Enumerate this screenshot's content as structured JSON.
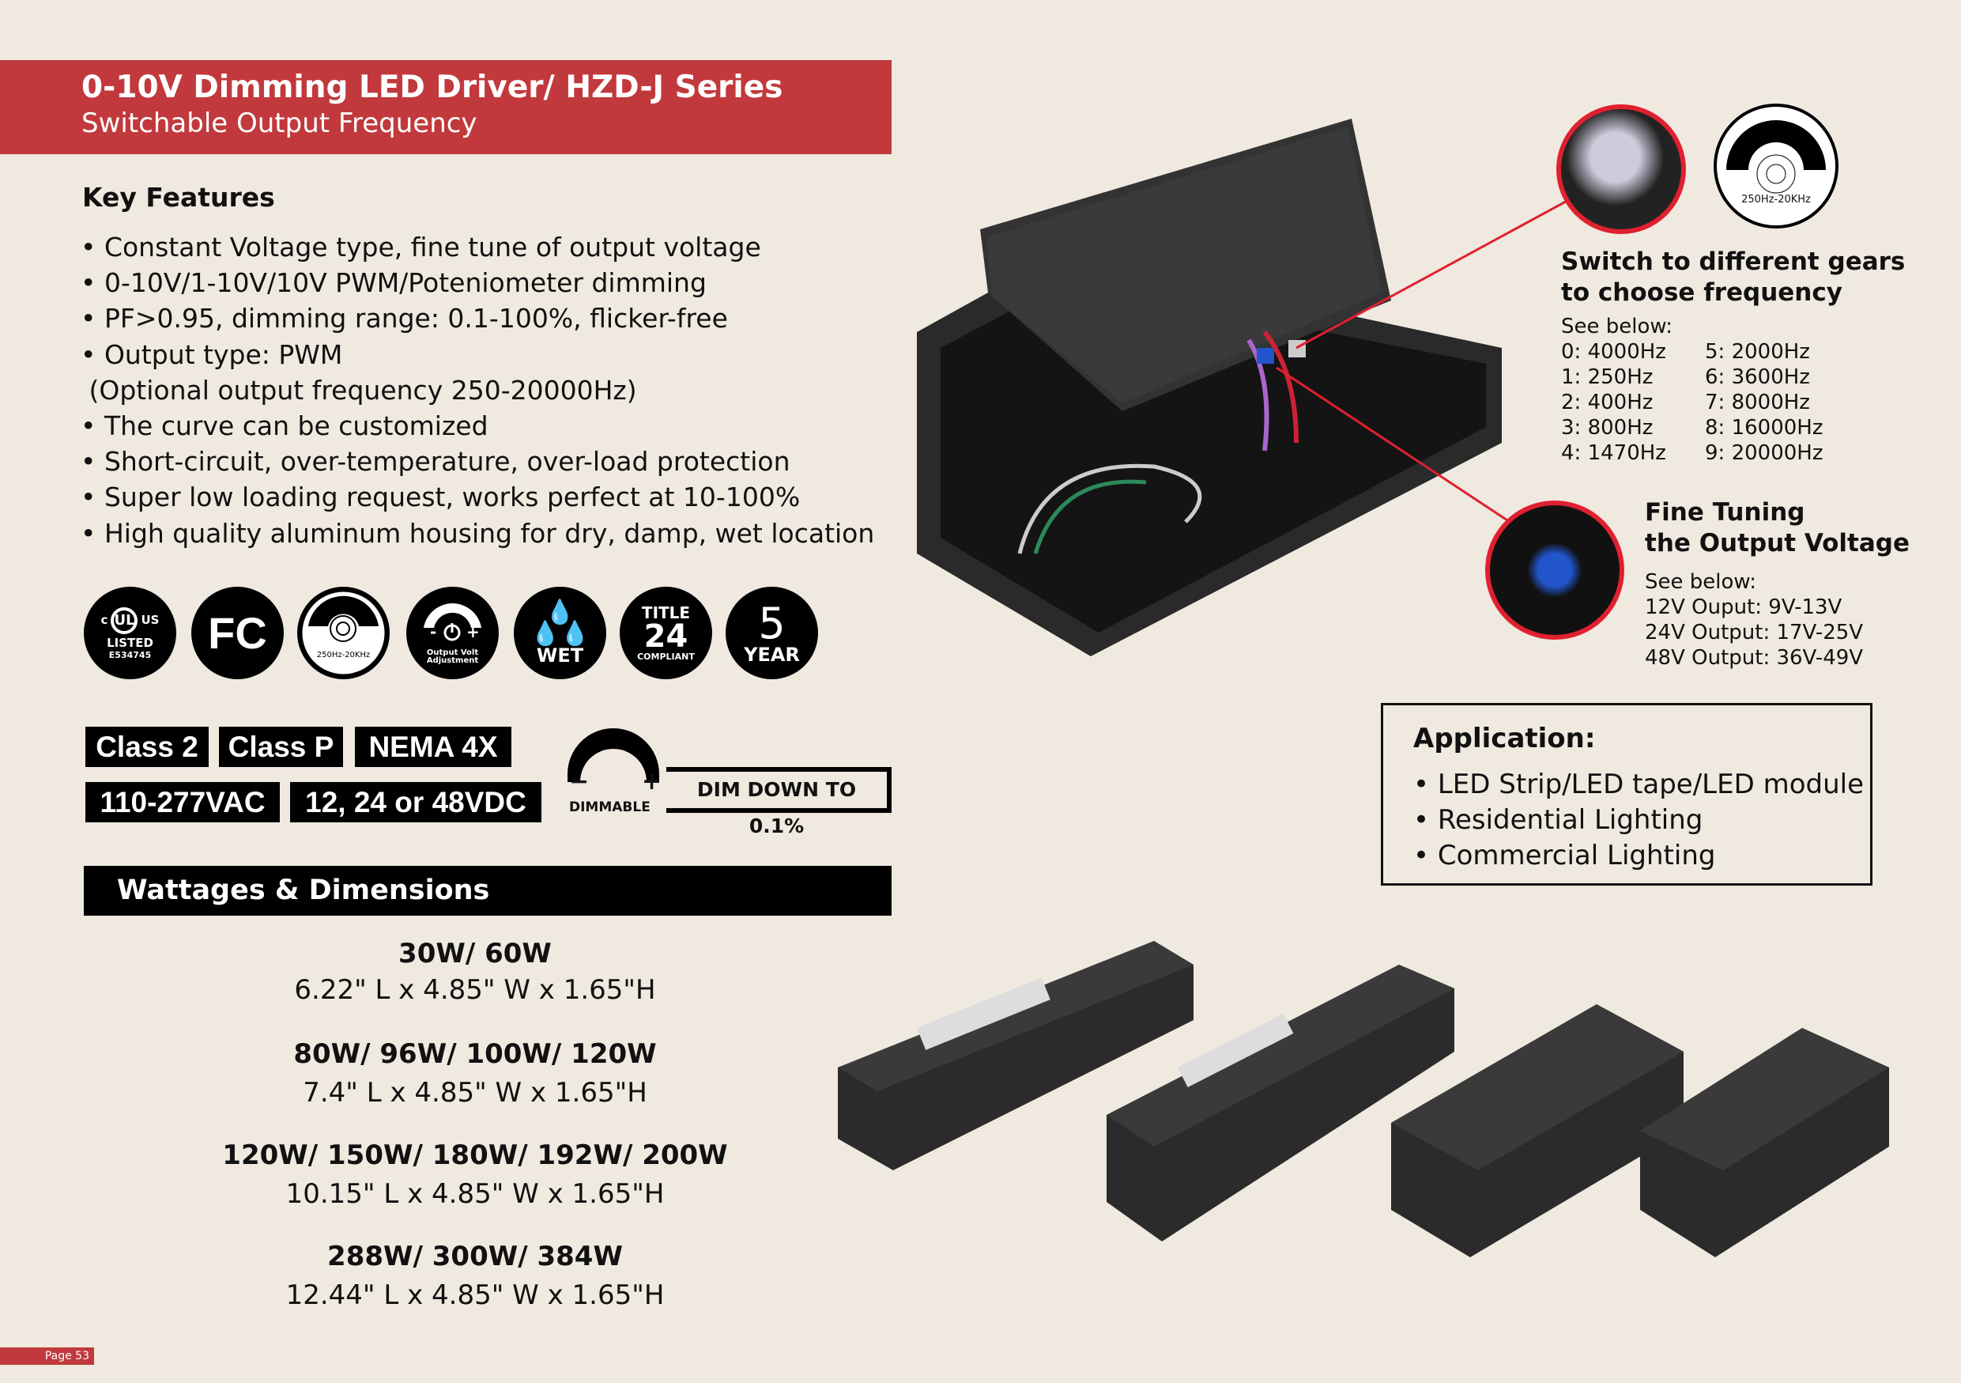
{
  "header": {
    "title": "0-10V Dimming LED Driver/ HZD-J Series",
    "subtitle": "Switchable Output Frequency"
  },
  "key_features": {
    "heading": "Key Features",
    "items": [
      "• Constant Voltage type, fine tune of output voltage",
      "• 0-10V/1-10V/10V PWM/Poteniometer dimming",
      "• PF>0.95, dimming range: 0.1-100%, flicker-free",
      "• Output type: PWM",
      " (Optional output frequency 250-20000Hz)",
      "• The curve can be customized",
      "• Short-circuit, over-temperature, over-load protection",
      "• Super low loading request, works perfect at 10-100%",
      "• High quality aluminum housing for dry, damp, wet location"
    ]
  },
  "icons": {
    "ul": {
      "c": "c",
      "us": "US",
      "listed": "LISTED",
      "num": "E534745"
    },
    "fcc": "FC",
    "freq": "250Hz-20KHz",
    "volt": "Output Volt Adjustment",
    "wet": "WET",
    "title24": {
      "a": "TITLE",
      "b": "24",
      "c": "COMPLIANT"
    },
    "warranty": {
      "a": "5",
      "b": "YEAR"
    }
  },
  "badges": [
    "Class 2",
    "Class P",
    "NEMA 4X",
    "110-277VAC",
    "12, 24 or 48VDC"
  ],
  "dimmable": {
    "minus": "−",
    "plus": "+",
    "label": "DIMMABLE",
    "dim_down": "DIM DOWN TO 0.1%"
  },
  "wattages": {
    "heading": "Wattages & Dimensions",
    "items": [
      {
        "w": "30W/ 60W",
        "d": "6.22\" L x 4.85\" W x 1.65\"H"
      },
      {
        "w": "80W/ 96W/ 100W/ 120W",
        "d": "7.4\" L x 4.85\" W x 1.65\"H"
      },
      {
        "w": "120W/ 150W/ 180W/ 192W/ 200W",
        "d": "10.15\" L x 4.85\" W x 1.65\"H"
      },
      {
        "w": "288W/ 300W/ 384W",
        "d": "12.44\" L x 4.85\" W x 1.65\"H"
      }
    ]
  },
  "frequency": {
    "dial_label": "250Hz-20KHz",
    "heading1": "Switch to different gears",
    "heading2": "to choose frequency",
    "see": "See below:",
    "col1": [
      "0: 4000Hz",
      "1: 250Hz",
      "2: 400Hz",
      "3: 800Hz",
      "4: 1470Hz"
    ],
    "col2": [
      "5: 2000Hz",
      "6: 3600Hz",
      "7: 8000Hz",
      "8: 16000Hz",
      "9: 20000Hz"
    ]
  },
  "voltage": {
    "heading1": "Fine Tuning",
    "heading2": "the Output Voltage",
    "see": "See below:",
    "items": [
      "12V Ouput: 9V-13V",
      "24V Output: 17V-25V",
      "48V Output: 36V-49V"
    ]
  },
  "application": {
    "heading": "Application:",
    "items": [
      "• LED Strip/LED tape/LED module",
      "• Residential Lighting",
      "• Commercial Lighting"
    ]
  },
  "page": "Page 53",
  "colors": {
    "accent": "#c1393c",
    "background": "#efe9df"
  }
}
